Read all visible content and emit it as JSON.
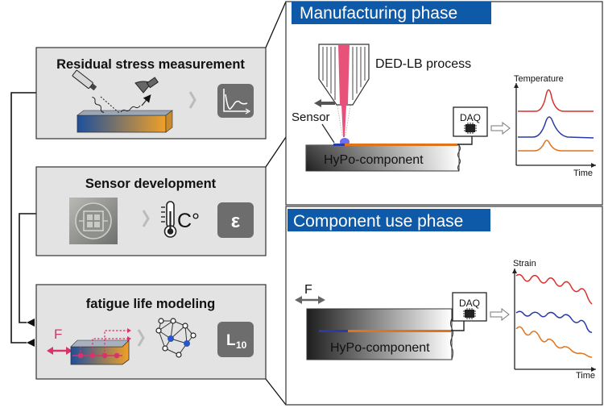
{
  "left_panels": {
    "residual": {
      "title": "Residual stress measurement"
    },
    "sensor": {
      "title": "Sensor development",
      "temp_unit": "C°",
      "strain_symbol": "ε"
    },
    "fatigue": {
      "title": "fatigue life modeling",
      "force_label": "F",
      "life_main": "L",
      "life_sub": "10"
    }
  },
  "manufacturing": {
    "header": "Manufacturing phase",
    "process_label": "DED-LB process",
    "sensor_label": "Sensor",
    "component_label": "HyPo-component",
    "daq_label": "DAQ",
    "chart_ylabel": "Temperature",
    "chart_xlabel": "Time"
  },
  "use_phase": {
    "header": "Component use phase",
    "force_label": "F",
    "component_label": "HyPo-component",
    "daq_label": "DAQ",
    "chart_ylabel": "Strain",
    "chart_xlabel": "Time"
  },
  "colors": {
    "header_blue": "#0f5aa8",
    "panel_gray": "#e3e3e3",
    "icon_dark": "#6d6d6d",
    "red": "#d9302c",
    "blue": "#2a3aa6",
    "orange": "#e0741d",
    "pink": "#d8336b"
  },
  "icons": [
    "probe-icon",
    "detector-icon",
    "signal-plot-icon",
    "sensor-chip-image",
    "thermometer-icon",
    "strain-icon",
    "neural-network-icon",
    "life-l10-icon",
    "daq-chip-icon",
    "laser-nozzle-icon"
  ]
}
